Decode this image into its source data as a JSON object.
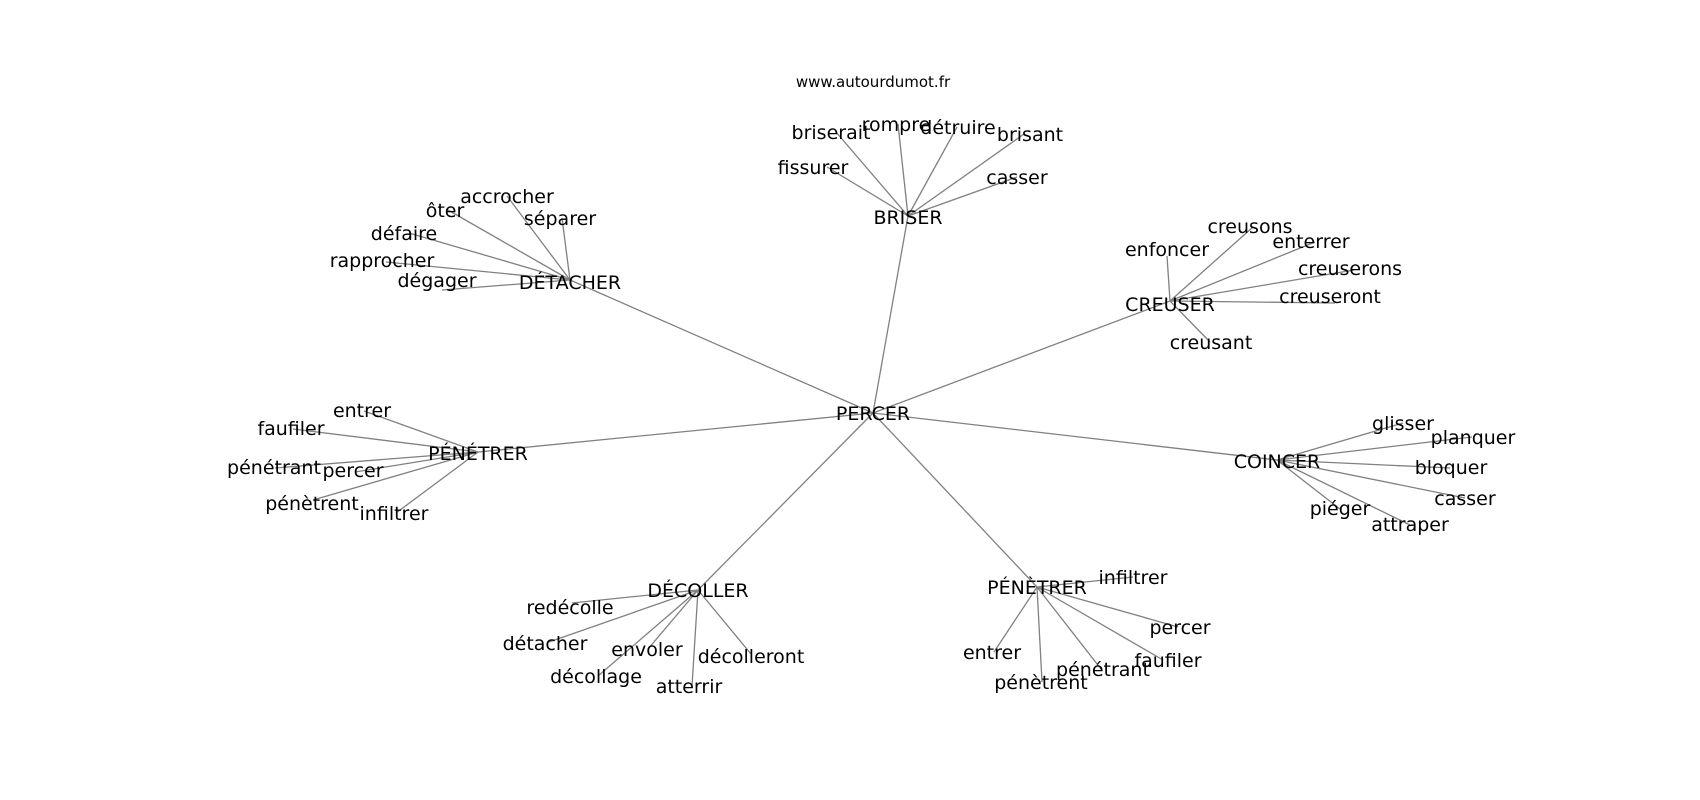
{
  "source": "www.autourdumot.fr",
  "center": "PERCER",
  "groups": [
    {
      "id": "briser",
      "label": "BRISER",
      "children": [
        "fissurer",
        "briserait",
        "rompre",
        "détruire",
        "brisant",
        "casser"
      ]
    },
    {
      "id": "detacher",
      "label": "DÉTACHER",
      "children": [
        "accrocher",
        "ôter",
        "séparer",
        "défaire",
        "rapprocher",
        "dégager"
      ]
    },
    {
      "id": "creuser",
      "label": "CREUSER",
      "children": [
        "enfoncer",
        "creusons",
        "enterrer",
        "creuserons",
        "creuseront",
        "creusant"
      ]
    },
    {
      "id": "penetrer-left",
      "label": "PÉNÉTRER",
      "children": [
        "entrer",
        "faufiler",
        "pénétrant",
        "percer",
        "pénètrent",
        "infiltrer"
      ]
    },
    {
      "id": "coincer",
      "label": "COINCER",
      "children": [
        "glisser",
        "planquer",
        "bloquer",
        "casser",
        "piéger",
        "attraper"
      ]
    },
    {
      "id": "decoller",
      "label": "DÉCOLLER",
      "children": [
        "redécolle",
        "détacher",
        "envoler",
        "décollage",
        "atterrir",
        "décolleront"
      ]
    },
    {
      "id": "penetrer-bottom",
      "label": "PÉNÈTRER",
      "children": [
        "infiltrer",
        "percer",
        "faufiler",
        "pénétrant",
        "pénètrent",
        "entrer"
      ]
    }
  ]
}
